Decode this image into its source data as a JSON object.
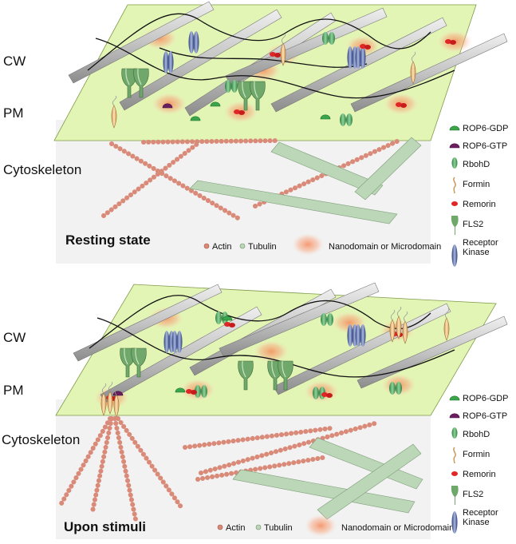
{
  "panels": [
    {
      "layer_labels": {
        "cw": "CW",
        "pm": "PM",
        "cytoskeleton": "Cytoskeleton"
      },
      "state_label": "Resting state",
      "bottom_legend": {
        "actin": "Actin",
        "tubulin": "Tubulin",
        "domain": "Nanodomain or Microdomain"
      }
    },
    {
      "layer_labels": {
        "cw": "CW",
        "pm": "PM",
        "cytoskeleton": "Cytoskeleton"
      },
      "state_label": "Upon stimuli",
      "bottom_legend": {
        "actin": "Actin",
        "tubulin": "Tubulin",
        "domain": "Nanodomain or Microdomain"
      }
    }
  ],
  "side_legend": [
    {
      "icon": "rop6-gdp-icon",
      "label": "ROP6-GDP"
    },
    {
      "icon": "rop6-gtp-icon",
      "label": "ROP6-GTP"
    },
    {
      "icon": "rbohd-icon",
      "label": "RbohD"
    },
    {
      "icon": "formin-icon",
      "label": "Formin"
    },
    {
      "icon": "remorin-icon",
      "label": "Remorin"
    },
    {
      "icon": "fls2-icon",
      "label": "FLS2"
    },
    {
      "icon": "receptor-kinase-icon",
      "label": [
        "Receptor",
        "Kinase"
      ]
    }
  ],
  "colors": {
    "membrane": "#e3f5b5",
    "membrane_edge": "#7f9a4a",
    "background_panel": "#f2f2f2",
    "actin": "#d98a78",
    "tubulin": "#bcd6b8",
    "rop6_gdp": "#3aa54a",
    "rop6_gtp": "#6b1e5f",
    "rbohd": "#3f9f56",
    "remorin": "#e02626",
    "formin": "#e8b87a",
    "receptor_kinase": "#6a80b8",
    "cellulose": "#c8c8c8",
    "domain_glow": "#f58a5a"
  }
}
